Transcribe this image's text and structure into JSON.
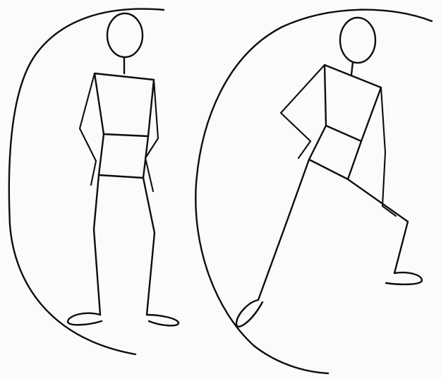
{
  "figures": [
    {
      "id": "standing-figure",
      "pose": "standing"
    },
    {
      "id": "stepping-figure",
      "pose": "stepping"
    }
  ],
  "colors": {
    "ink": "#0d0d0d",
    "paper": "#fbfbfb"
  }
}
